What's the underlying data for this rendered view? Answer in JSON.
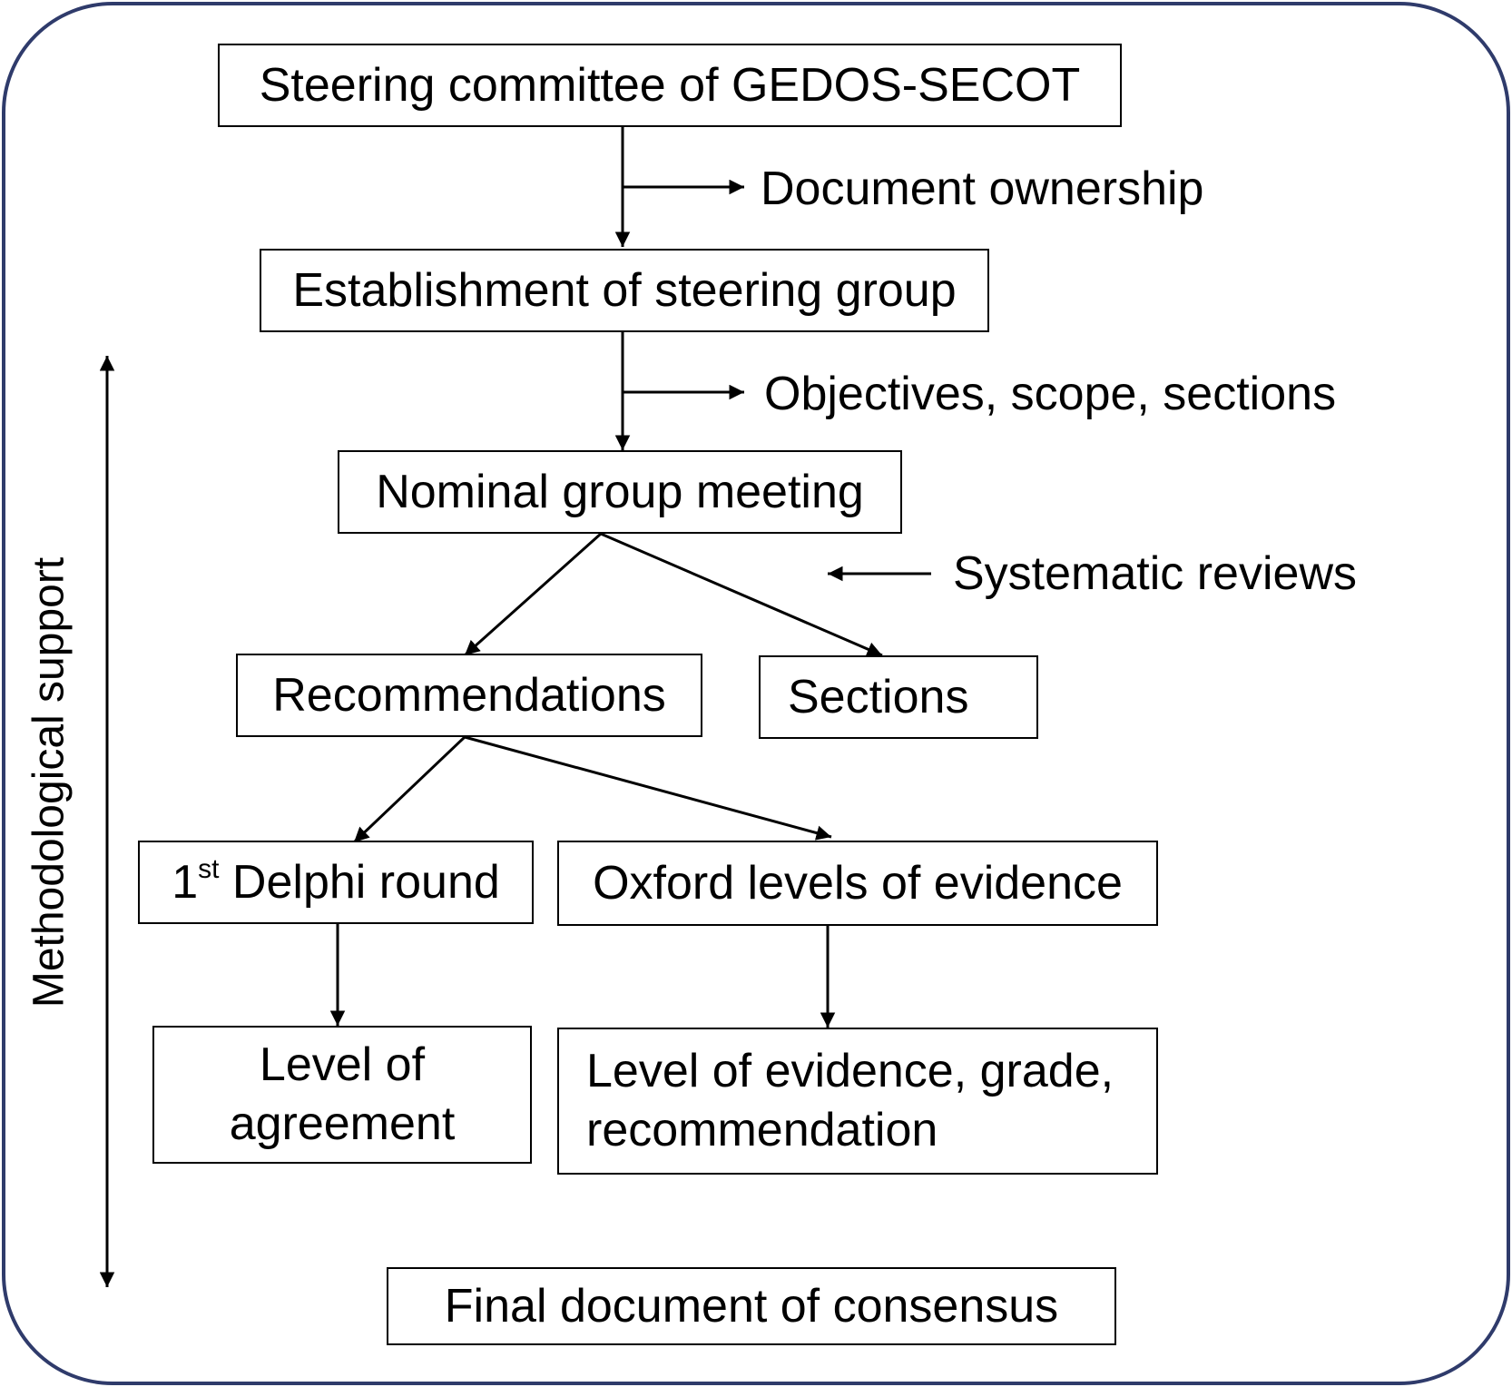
{
  "boxes": {
    "steering_committee": "Steering committee of GEDOS-SECOT",
    "steering_group": "Establishment of steering group",
    "nominal_group": "Nominal group meeting",
    "recommendations": "Recommendations",
    "sections": "Sections",
    "delphi": {
      "number": "1",
      "superscript": "st",
      "text": " Delphi round"
    },
    "oxford": "Oxford levels of evidence",
    "level_agreement": {
      "line1": "Level of",
      "line2": "agreement"
    },
    "level_evidence": {
      "line1": "Level of evidence, grade,",
      "line2": "recommendation"
    },
    "final_document": "Final document of consensus"
  },
  "side_labels": {
    "document_ownership": "Document ownership",
    "objectives": "Objectives, scope, sections",
    "systematic_reviews": "Systematic reviews"
  },
  "vertical_label": "Methodological support",
  "colors": {
    "frame_border": "#2f3b6b",
    "lines": "#000000"
  }
}
